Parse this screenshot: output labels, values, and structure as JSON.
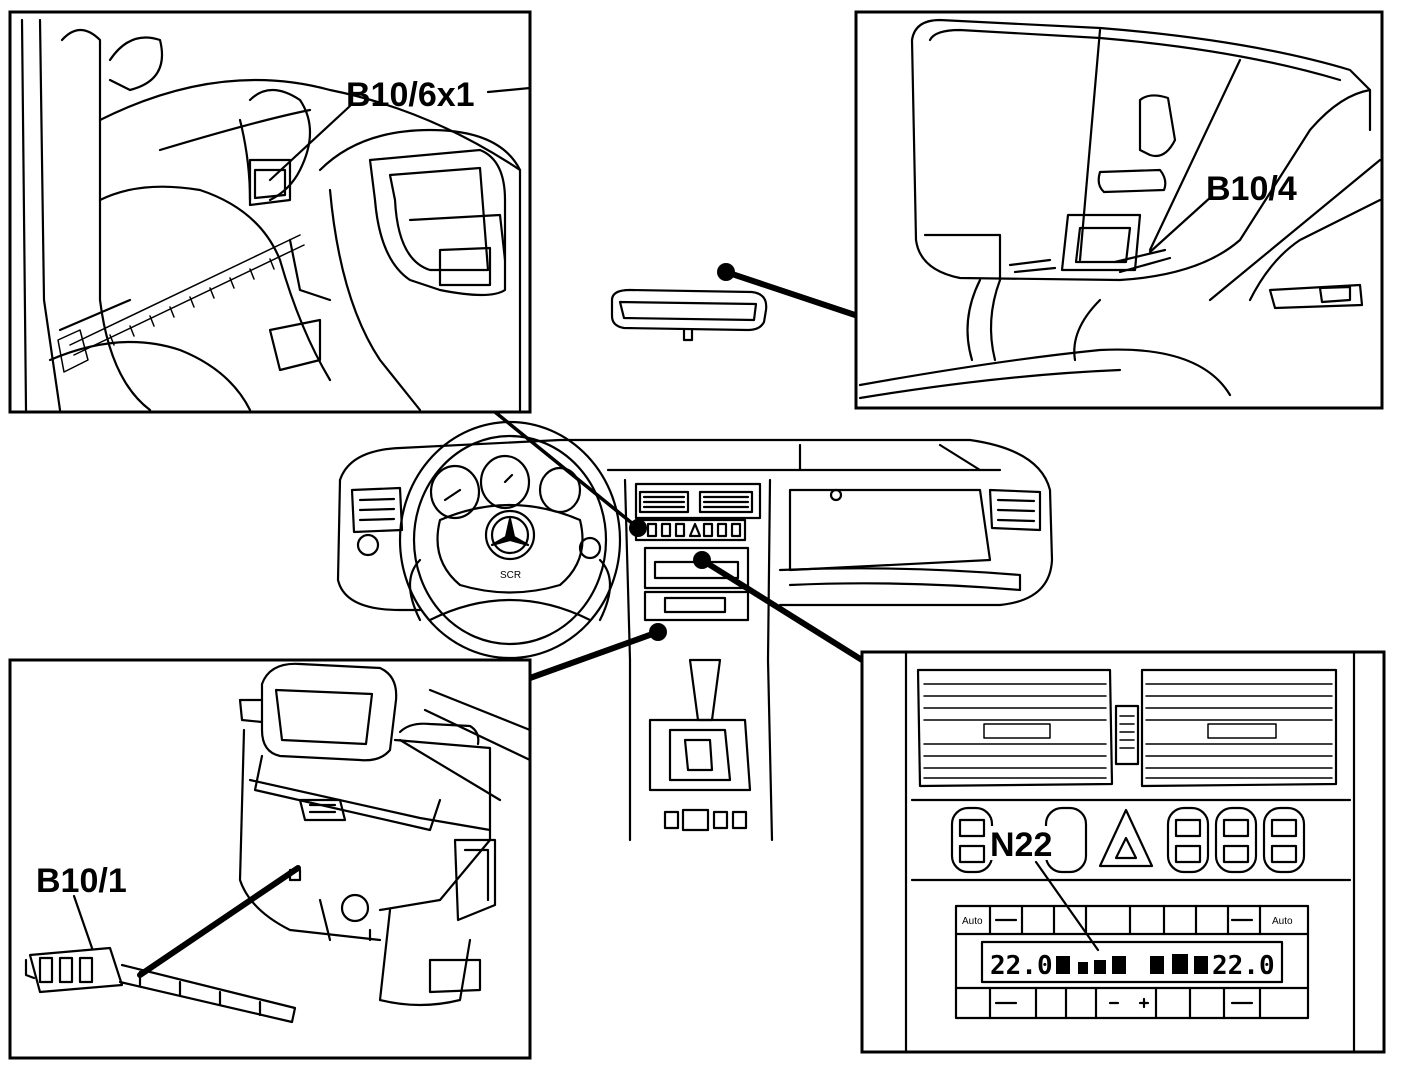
{
  "labels": {
    "door_sensor_connector": "B10/6x1",
    "roof_sensor": "B10/4",
    "footwell_sensor": "B10/1",
    "climate_control_unit": "N22"
  },
  "climate_panel": {
    "left_temp": "22.0",
    "right_temp": "22.0",
    "auto_left": "Auto",
    "auto_right": "Auto",
    "emblem_text": "SCR"
  }
}
